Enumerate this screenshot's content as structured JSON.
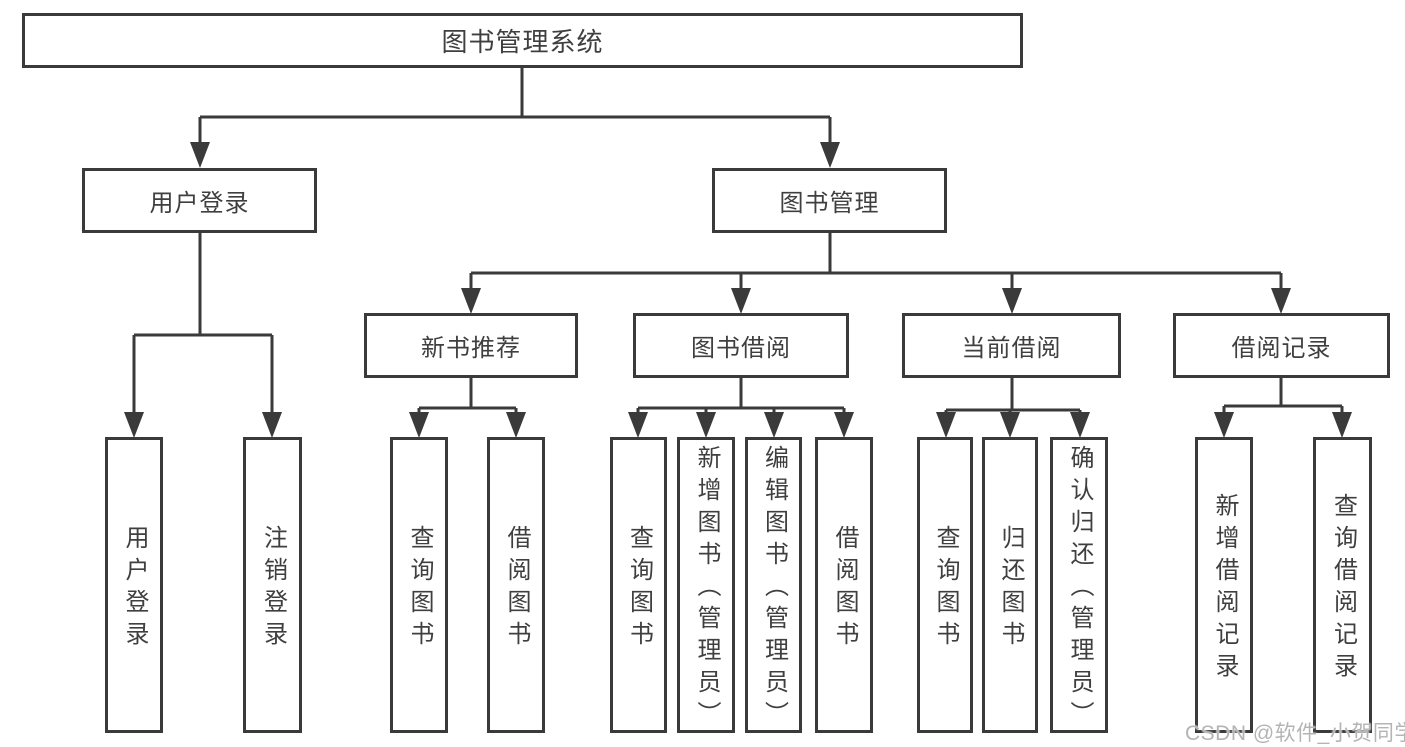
{
  "page": {
    "background": "#ffffff",
    "line_color": "#3a3a3a",
    "text_color": "#3f3f3f",
    "watermark_color": "#b4b4b4"
  },
  "watermark": {
    "text": "CSDN @软件_小贺同学"
  },
  "tree": {
    "root": {
      "label": "图书管理系统"
    },
    "branches": [
      {
        "label": "用户登录",
        "children": [
          {
            "label": "用户登录"
          },
          {
            "label": "注销登录"
          }
        ]
      },
      {
        "label": "图书管理",
        "groups": [
          {
            "label": "新书推荐",
            "children": [
              {
                "label": "查询图书"
              },
              {
                "label": "借阅图书"
              }
            ]
          },
          {
            "label": "图书借阅",
            "children": [
              {
                "label": "查询图书"
              },
              {
                "label": "新增图书（管理员）"
              },
              {
                "label": "编辑图书（管理员）"
              },
              {
                "label": "借阅图书"
              }
            ]
          },
          {
            "label": "当前借阅",
            "children": [
              {
                "label": "查询图书"
              },
              {
                "label": "归还图书"
              },
              {
                "label": "确认归还（管理员）"
              }
            ]
          },
          {
            "label": "借阅记录",
            "children": [
              {
                "label": "新增借阅记录"
              },
              {
                "label": "查询借阅记录"
              }
            ]
          }
        ]
      }
    ]
  }
}
